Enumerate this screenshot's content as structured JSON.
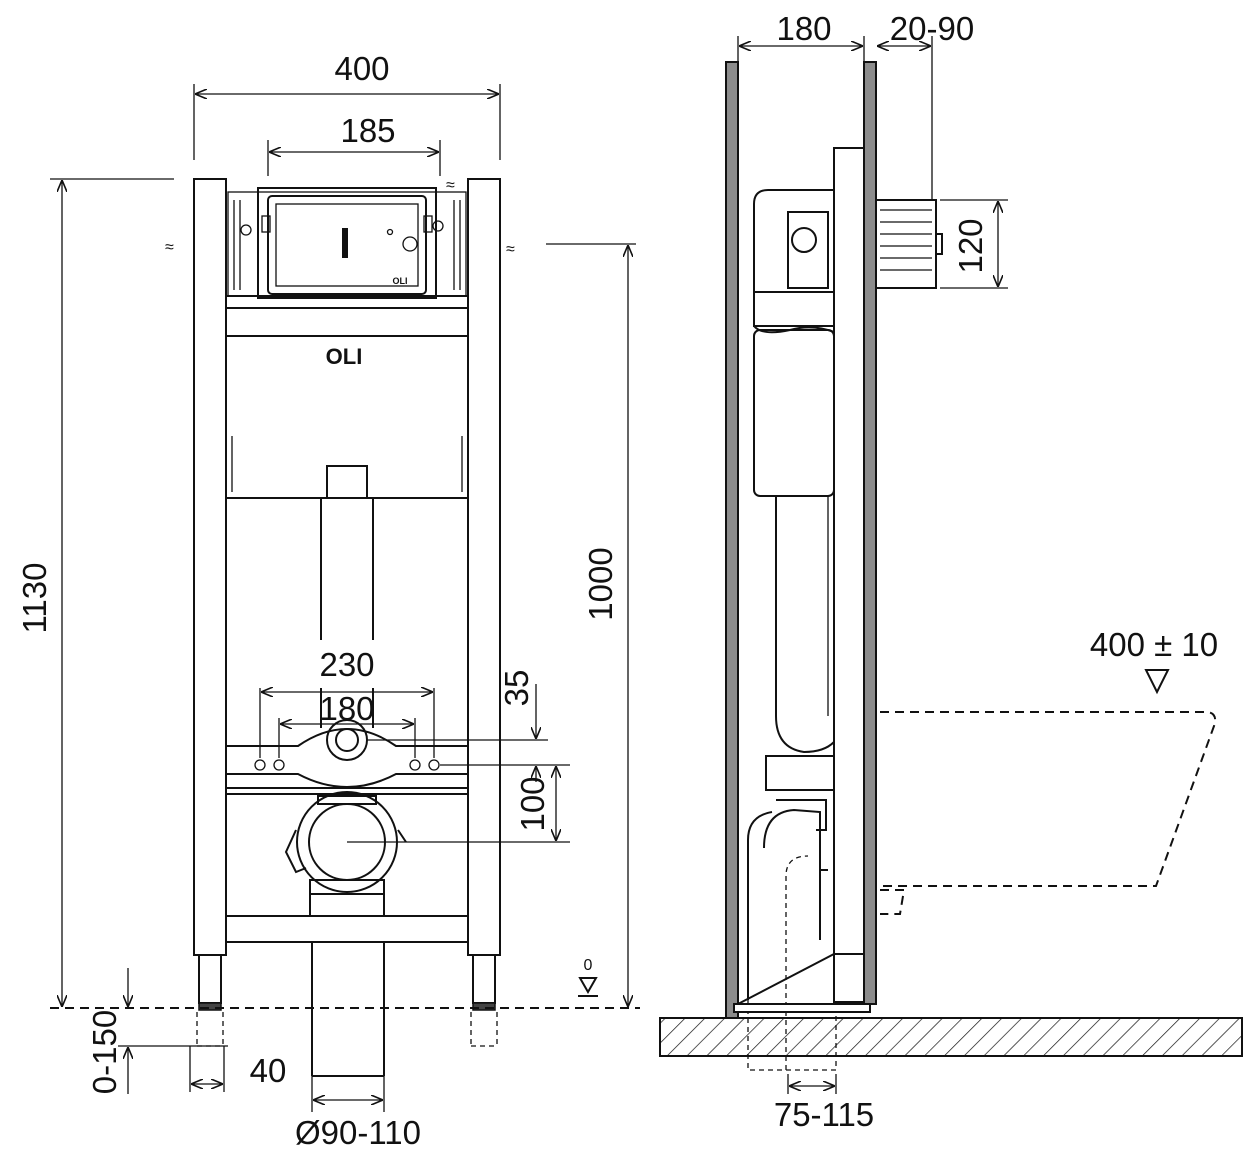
{
  "front_view": {
    "logo": "OLI",
    "plate_logo": "OLI",
    "dims": {
      "width": "400",
      "plate_width": "185",
      "height": "1130",
      "inlet_height": "1000",
      "bolt_outer": "230",
      "bolt_inner": "180",
      "bolt_offset": "35",
      "bolt_to_outlet": "100",
      "foot_adjust": "0-150",
      "foot_width": "40",
      "pipe_diameter": "Ø90-110",
      "floor_level": "0"
    }
  },
  "side_view": {
    "dims": {
      "depth": "180",
      "wall_adjust": "20-90",
      "box_height": "120",
      "seat_height": "400 ± 10",
      "drain_offset": "75-115"
    }
  }
}
